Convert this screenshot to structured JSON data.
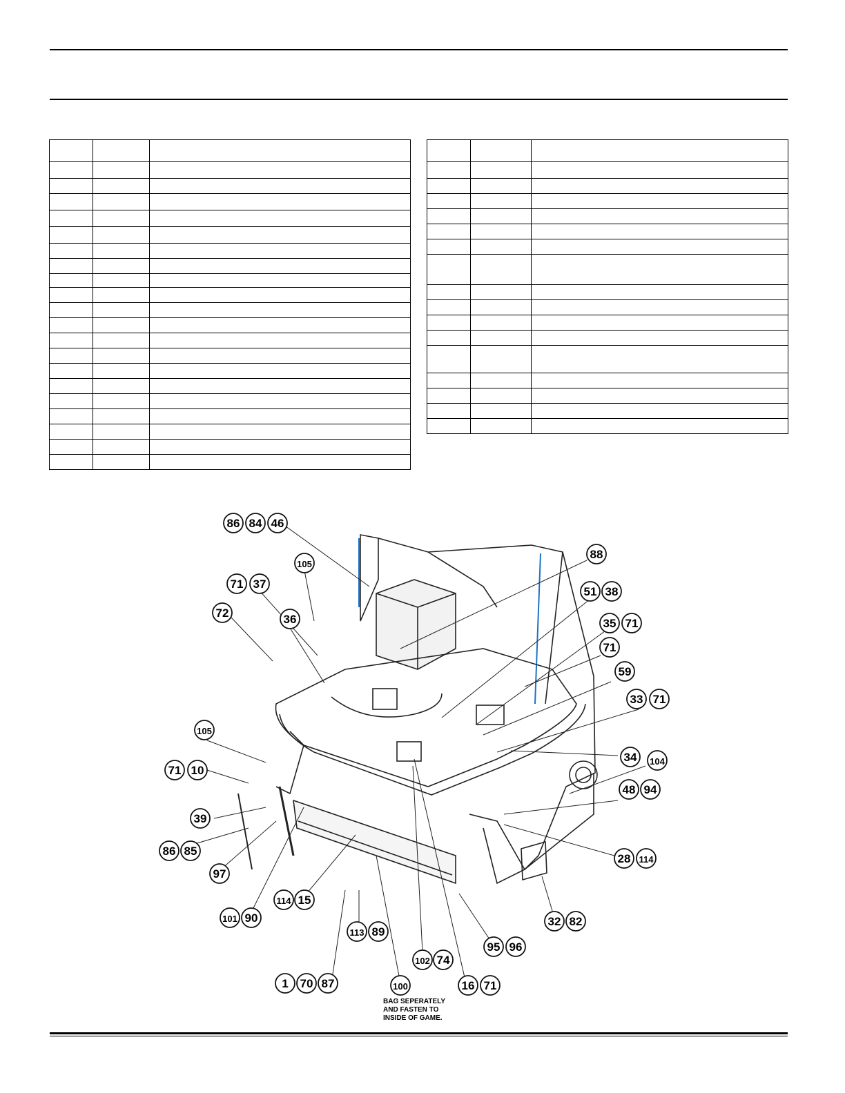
{
  "left_table": {
    "row_heights": [
      32,
      24,
      22,
      24,
      24,
      24,
      22,
      22,
      20,
      22,
      22,
      22,
      22,
      22,
      22,
      22,
      22,
      22,
      22,
      22,
      22
    ]
  },
  "right_table": {
    "row_heights": [
      32,
      24,
      22,
      22,
      22,
      22,
      22,
      44,
      22,
      22,
      22,
      22,
      40,
      22,
      22,
      22,
      22
    ]
  },
  "callouts": [
    {
      "label": "86"
    },
    {
      "label": "84"
    },
    {
      "label": "46"
    },
    {
      "label": "105"
    },
    {
      "label": "71"
    },
    {
      "label": "37"
    },
    {
      "label": "36"
    },
    {
      "label": "72"
    },
    {
      "label": "88"
    },
    {
      "label": "51"
    },
    {
      "label": "38"
    },
    {
      "label": "35"
    },
    {
      "label": "71"
    },
    {
      "label": "71"
    },
    {
      "label": "59"
    },
    {
      "label": "33"
    },
    {
      "label": "71"
    },
    {
      "label": "105"
    },
    {
      "label": "71"
    },
    {
      "label": "10"
    },
    {
      "label": "39"
    },
    {
      "label": "86"
    },
    {
      "label": "85"
    },
    {
      "label": "97"
    },
    {
      "label": "34"
    },
    {
      "label": "104"
    },
    {
      "label": "48"
    },
    {
      "label": "94"
    },
    {
      "label": "28"
    },
    {
      "label": "114"
    },
    {
      "label": "101"
    },
    {
      "label": "90"
    },
    {
      "label": "114"
    },
    {
      "label": "15"
    },
    {
      "label": "113"
    },
    {
      "label": "89"
    },
    {
      "label": "95"
    },
    {
      "label": "96"
    },
    {
      "label": "32"
    },
    {
      "label": "82"
    },
    {
      "label": "102"
    },
    {
      "label": "74"
    },
    {
      "label": "1"
    },
    {
      "label": "70"
    },
    {
      "label": "87"
    },
    {
      "label": "100"
    },
    {
      "label": "16"
    },
    {
      "label": "71"
    }
  ],
  "note_lines": [
    "BAG SEPERATELY",
    "AND FASTEN TO",
    "INSIDE OF GAME."
  ]
}
